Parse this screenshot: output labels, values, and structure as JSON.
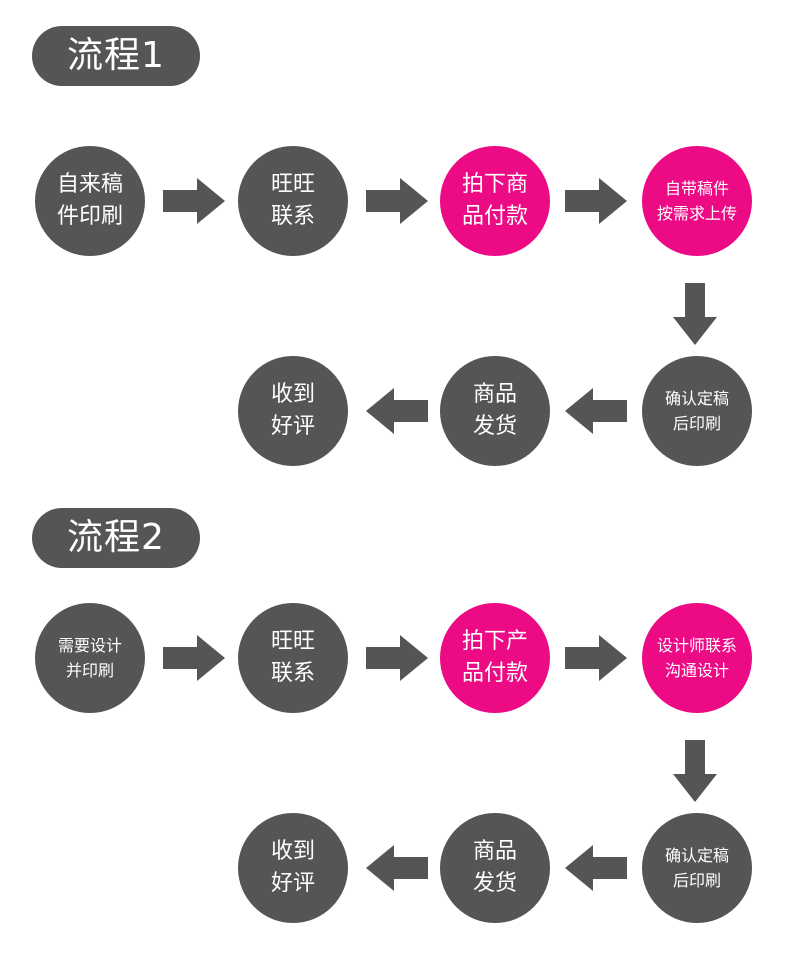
{
  "colors": {
    "node_default": "#565556",
    "node_highlight": "#ec0a85",
    "arrow": "#565556",
    "background": "#ffffff"
  },
  "flows": [
    {
      "title": "流程1",
      "steps": [
        {
          "lines": [
            "自来稿",
            "件印刷"
          ],
          "highlight": false
        },
        {
          "lines": [
            "旺旺",
            "联系"
          ],
          "highlight": false
        },
        {
          "lines": [
            "拍下商",
            "品付款"
          ],
          "highlight": true
        },
        {
          "lines": [
            "自带稿件",
            "按需求上传"
          ],
          "highlight": true
        },
        {
          "lines": [
            "确认定稿",
            "后印刷"
          ],
          "highlight": false
        },
        {
          "lines": [
            "商品",
            "发货"
          ],
          "highlight": false
        },
        {
          "lines": [
            "收到",
            "好评"
          ],
          "highlight": false
        }
      ]
    },
    {
      "title": "流程2",
      "steps": [
        {
          "lines": [
            "需要设计",
            "并印刷"
          ],
          "highlight": false
        },
        {
          "lines": [
            "旺旺",
            "联系"
          ],
          "highlight": false
        },
        {
          "lines": [
            "拍下产",
            "品付款"
          ],
          "highlight": true
        },
        {
          "lines": [
            "设计师联系",
            "沟通设计"
          ],
          "highlight": true
        },
        {
          "lines": [
            "确认定稿",
            "后印刷"
          ],
          "highlight": false
        },
        {
          "lines": [
            "商品",
            "发货"
          ],
          "highlight": false
        },
        {
          "lines": [
            "收到",
            "好评"
          ],
          "highlight": false
        }
      ]
    }
  ]
}
